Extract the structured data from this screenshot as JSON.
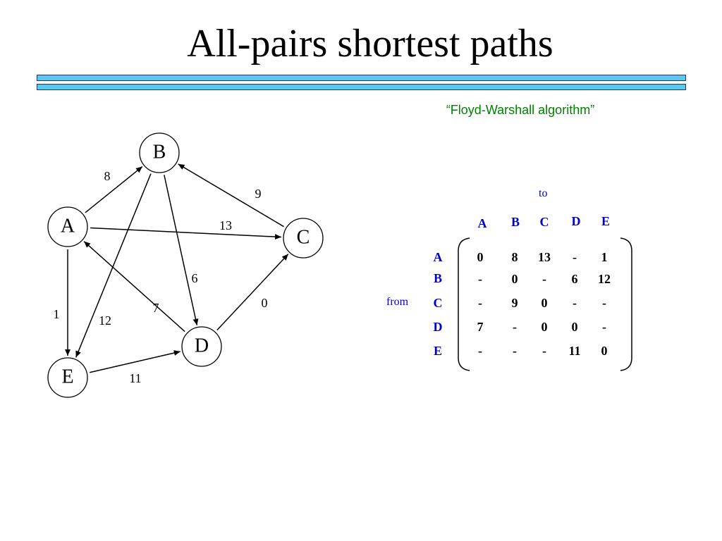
{
  "title": "All-pairs shortest paths",
  "subtitle": "“Floyd-Warshall algorithm”",
  "graph": {
    "nodes": [
      {
        "id": "A",
        "label": "A"
      },
      {
        "id": "B",
        "label": "B"
      },
      {
        "id": "C",
        "label": "C"
      },
      {
        "id": "D",
        "label": "D"
      },
      {
        "id": "E",
        "label": "E"
      }
    ],
    "edges": [
      {
        "from": "A",
        "to": "B",
        "weight": "8"
      },
      {
        "from": "C",
        "to": "B",
        "weight": "9"
      },
      {
        "from": "A",
        "to": "C",
        "weight": "13"
      },
      {
        "from": "B",
        "to": "D",
        "weight": "6"
      },
      {
        "from": "D",
        "to": "C",
        "weight": "0"
      },
      {
        "from": "A",
        "to": "E",
        "weight": "1"
      },
      {
        "from": "D",
        "to": "A",
        "weight": "7"
      },
      {
        "from": "B",
        "to": "E",
        "weight": "12"
      },
      {
        "from": "E",
        "to": "D",
        "weight": "11"
      }
    ]
  },
  "matrix": {
    "to_label": "to",
    "from_label": "from",
    "col_headers": [
      "A",
      "B",
      "C",
      "D",
      "E"
    ],
    "row_headers": [
      "A",
      "B",
      "C",
      "D",
      "E"
    ],
    "rows": [
      [
        "0",
        "8",
        "13",
        "-",
        "1"
      ],
      [
        "-",
        "0",
        "-",
        "6",
        "12"
      ],
      [
        "-",
        "9",
        "0",
        "-",
        "-"
      ],
      [
        "7",
        "-",
        "0",
        "0",
        "-"
      ],
      [
        "-",
        "-",
        "-",
        "11",
        "0"
      ]
    ]
  }
}
